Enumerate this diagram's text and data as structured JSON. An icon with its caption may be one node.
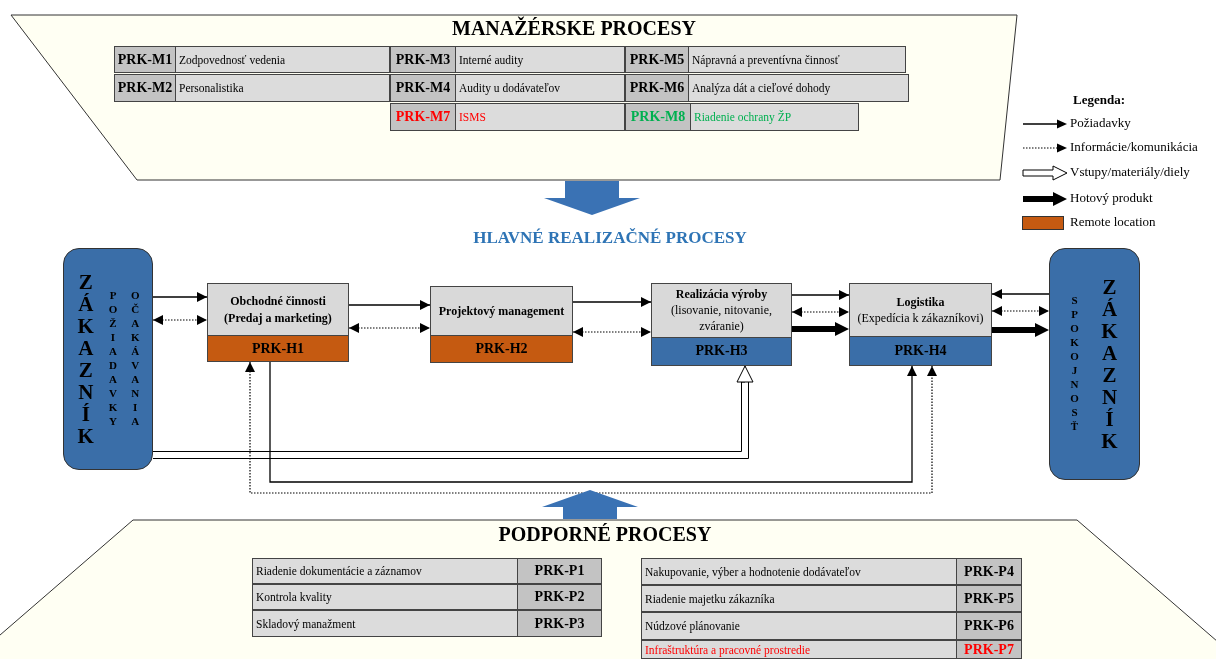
{
  "diagram": {
    "nodes": [
      {
        "text": [
          "MANAŽÉRSKE PROCESY"
        ]
      },
      {
        "text": [
          "PRK-M1",
          "Zodpovednosť vedenia"
        ],
        "in": 0
      },
      {
        "text": [
          "PRK-M2",
          "Personalistika"
        ],
        "in": 0
      },
      {
        "text": [
          "PRK-M3",
          "Interné audity"
        ],
        "in": 0
      },
      {
        "text": [
          "PRK-M4",
          "Audity u dodávateľov"
        ],
        "in": 0
      },
      {
        "text": [
          "PRK-M5",
          "Nápravná a preventívna činnosť"
        ],
        "in": 0
      },
      {
        "text": [
          "PRK-M6",
          "Analýza dát a cieľové dohody"
        ],
        "in": 0
      },
      {
        "text": [
          "PRK-M7",
          "ISMS"
        ],
        "in": 0
      },
      {
        "text": [
          "PRK-M8",
          "Riadenie ochrany ŽP"
        ],
        "in": 0
      },
      {
        "text": [
          "ZÁKAZNÍK",
          "POŽIADAVKY",
          "OČAKÁVANIA"
        ]
      },
      {
        "text": [
          "Obchodné činnosti (Predaj a marketing)",
          "PRK-H1"
        ]
      },
      {
        "text": [
          "Projektový management",
          "PRK-H2"
        ]
      },
      {
        "text": [
          "Realizácia výroby",
          "(lisovanie, nitovanie, zváranie)",
          "PRK-H3"
        ]
      },
      {
        "text": [
          "Logistika",
          "(Expedícia k zákazníkovi)",
          "PRK-H4"
        ]
      },
      {
        "text": [
          "SPOKOJNOSŤ",
          "ZÁKAZNÍK"
        ]
      },
      {
        "text": [
          "PODPORNÉ PROCESY"
        ]
      },
      {
        "text": [
          "Riadenie dokumentácie a záznamov",
          "PRK-P1"
        ],
        "in": 15
      },
      {
        "text": [
          "Kontrola kvality",
          "PRK-P2"
        ],
        "in": 15
      },
      {
        "text": [
          "Skladový manažment",
          "PRK-P3"
        ],
        "in": 15
      },
      {
        "text": [
          "Nakupovanie, výber a hodnotenie dodávateľov",
          "PRK-P4"
        ],
        "in": 15
      },
      {
        "text": [
          "Riadenie majetku zákazníka",
          "PRK-P5"
        ],
        "in": 15
      },
      {
        "text": [
          "Núdzové plánovanie",
          "PRK-P6"
        ],
        "in": 15
      },
      {
        "text": [
          "Infraštruktúra a pracovné prostredie",
          "PRK-P7"
        ],
        "in": 15
      }
    ],
    "edges": [
      {
        "from": 9,
        "to": 10,
        "arrow": "to"
      },
      {
        "from": 9,
        "to": 10,
        "arrow": "both",
        "style": "dashed"
      },
      {
        "from": 10,
        "to": 11,
        "arrow": "to"
      },
      {
        "from": 10,
        "to": 11,
        "arrow": "both",
        "style": "dashed"
      },
      {
        "from": 11,
        "to": 12,
        "arrow": "to"
      },
      {
        "from": 11,
        "to": 12,
        "arrow": "both",
        "style": "dashed"
      },
      {
        "from": 12,
        "to": 13,
        "arrow": "to"
      },
      {
        "from": 12,
        "to": 13,
        "arrow": "both",
        "style": "dashed"
      },
      {
        "from": 12,
        "to": 13,
        "arrow": "to",
        "style": "thick"
      },
      {
        "from": 14,
        "to": 13,
        "arrow": "to"
      },
      {
        "from": 13,
        "to": 14,
        "arrow": "both",
        "style": "dashed"
      },
      {
        "from": 13,
        "to": 14,
        "arrow": "to",
        "style": "thick"
      },
      {
        "from": 9,
        "to": 12,
        "arrow": "to"
      },
      {
        "from": 10,
        "to": 13,
        "arrow": "to"
      },
      {
        "from": 10,
        "to": 13,
        "arrow": "both",
        "style": "dashed"
      },
      {
        "from": 0,
        "to": null,
        "arrow": "to",
        "style": "thick",
        "color": "#3a72b4"
      },
      {
        "from": 15,
        "to": null,
        "arrow": "to",
        "style": "thick",
        "color": "#3a72b4"
      }
    ],
    "labels": [
      "HLAVNÉ REALIZAČNÉ PROCESY",
      "Legenda:"
    ],
    "legend": [
      {
        "text": "Požiadavky"
      },
      {
        "text": "Informácie/komunikácia"
      },
      {
        "text": "Vstupy/materiály/diely"
      },
      {
        "text": "Hotový produkt"
      },
      {
        "text": "Remote location",
        "color": "#c55a11"
      }
    ]
  }
}
